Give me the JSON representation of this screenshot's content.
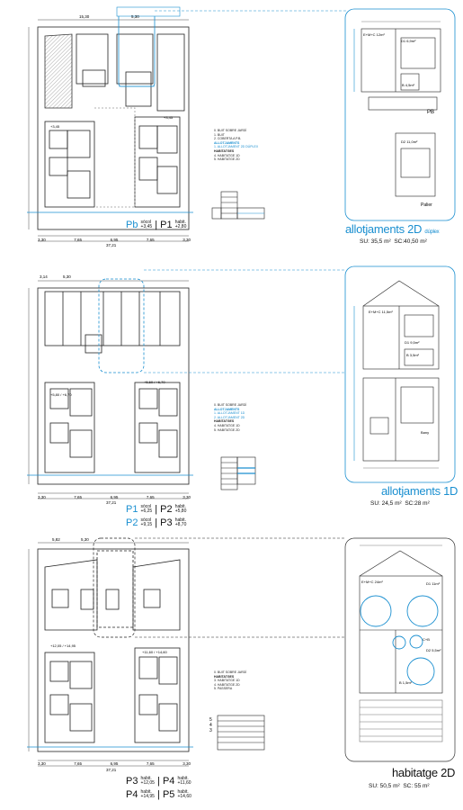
{
  "sheet": {
    "colors": {
      "line": "#222222",
      "accent": "#1a8fd0",
      "paper": "#ffffff"
    },
    "sections": [
      {
        "id": "ground",
        "overall_dims": [
          "15,30",
          "5,30",
          "3,30",
          "7,65",
          "6,95",
          "7,65",
          "3,30",
          "37,21"
        ],
        "level_lines": [
          {
            "primary": "Pb",
            "primary_tag": "sòcol",
            "primary_val": "+3,45",
            "secondary": "P1",
            "secondary_tag": "habit.",
            "secondary_val": "+2,80"
          }
        ],
        "legend": {
          "heading": "0. BUIT SOBRE JARDÍ",
          "items": [
            "1. BUIT",
            "2. COBERTA A P.B."
          ],
          "allot_heading": "ALLOTJAMENTS",
          "allot_items": [
            "1. ALLOTJAMENT 2D DÚPLEX"
          ],
          "hab_heading": "HABITATGES",
          "hab_items": [
            "4. HABITATGE 1D",
            "5. HABITATGE 2D"
          ]
        },
        "detail": {
          "title": "allotjaments 2D",
          "title_suffix": "dúplex",
          "su": "SU: 35,5 m²",
          "sc": "SC:40,50 m²",
          "rooms": [
            "E+M+C 12m²",
            "D1 6,9m²",
            "B 4,5m²",
            "D2 11,0m²"
          ],
          "plan_labels": [
            "PB",
            "Palier"
          ]
        }
      },
      {
        "id": "first",
        "overall_dims": [
          "3,14",
          "5,30",
          "3,30",
          "7,65",
          "6,95",
          "7,65",
          "3,30",
          "37,21"
        ],
        "level_lines": [
          {
            "primary": "P1",
            "primary_tag": "sòcol",
            "primary_val": "+6,25",
            "secondary": "P2",
            "secondary_tag": "habit.",
            "secondary_val": "+5,80"
          },
          {
            "primary": "P2",
            "primary_tag": "sòcol",
            "primary_val": "+9,15",
            "secondary": "P3",
            "secondary_tag": "habit.",
            "secondary_val": "+8,70"
          }
        ],
        "legend": {
          "heading": "0. BUIT SOBRE JARDÍ",
          "items": [],
          "allot_heading": "ALLOTJAMENTS",
          "allot_items": [
            "1. ALLOTJAMENT 1D",
            "2. ALLOTJAMENT 2D"
          ],
          "hab_heading": "HABITATGES",
          "hab_items": [
            "4. HABITATGE 1D",
            "5. HABITATGE 2D"
          ]
        },
        "detail": {
          "title": "allotjaments 1D",
          "title_suffix": "",
          "su": "SU: 24,5 m²",
          "sc": "SC:28 m²",
          "rooms": [
            "E+M+C 11,5m²",
            "D1 9,5m²",
            "B 3,5m²",
            "Bany"
          ],
          "plan_labels": []
        }
      },
      {
        "id": "upper",
        "overall_dims": [
          "5,82",
          "5,30",
          "3,30",
          "7,65",
          "6,95",
          "7,65",
          "3,30",
          "37,21"
        ],
        "level_lines": [
          {
            "primary": "P3",
            "primary_tag": "habit.",
            "primary_val": "+12,05",
            "secondary": "P4",
            "secondary_tag": "habit.",
            "secondary_val": "+11,60"
          },
          {
            "primary": "P4",
            "primary_tag": "habit.",
            "primary_val": "+14,95",
            "secondary": "P5",
            "secondary_tag": "habit.",
            "secondary_val": "+14,60"
          }
        ],
        "legend": {
          "heading": "0. BUIT SOBRE JARDÍ",
          "items": [],
          "allot_heading": "",
          "allot_items": [],
          "hab_heading": "HABITATGES",
          "hab_items": [
            "3. HABITATGE 1D",
            "4. HABITATGE 2D",
            "5. PASSERA"
          ],
          "stack_numbers": [
            "5",
            "4",
            "3"
          ]
        },
        "detail": {
          "title": "habitatge 2D",
          "title_suffix": "",
          "su": "SU: 50,5 m²",
          "sc": "SC: 55 m²",
          "rooms": [
            "E+M+C 24m²",
            "D1 11m²",
            "D2 5,5m²",
            "C+B",
            "B 1,5m²"
          ],
          "plan_labels": []
        }
      }
    ],
    "plan_marks": {
      "first_elevation_text": [
        "+5,80 / +6,70",
        "+5,60 / +6,70"
      ],
      "upper_elevation_text": [
        "+12,05 / +14,95",
        "+11,60 / +14,60"
      ],
      "ground_elevation_text": [
        "+3,45",
        "+3,45"
      ]
    }
  }
}
